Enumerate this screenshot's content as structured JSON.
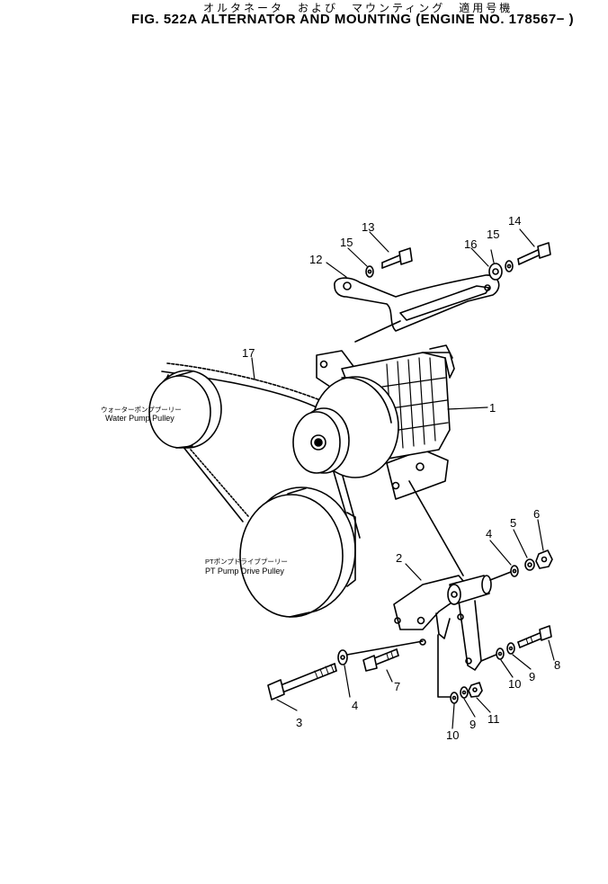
{
  "header": {
    "title_jp": "オルタネータ　および　マウンティング　適用号機",
    "title_en": "FIG. 522A  ALTERNATOR AND MOUNTING  (ENGINE NO. 178567− )"
  },
  "pulleys": {
    "water_pump_jp": "ウォーターポンププーリー",
    "water_pump_en": "Water Pump Pulley",
    "pt_pump_jp": "PTポンプドライブプーリー",
    "pt_pump_en": "PT Pump Drive Pulley"
  },
  "callouts": {
    "c1": "1",
    "c2": "2",
    "c3": "3",
    "c4a": "4",
    "c4b": "4",
    "c5": "5",
    "c6": "6",
    "c7": "7",
    "c8": "8",
    "c9a": "9",
    "c9b": "9",
    "c10a": "10",
    "c10b": "10",
    "c11": "11",
    "c12": "12",
    "c13": "13",
    "c14": "14",
    "c15a": "15",
    "c15b": "15",
    "c16": "16",
    "c17": "17"
  }
}
